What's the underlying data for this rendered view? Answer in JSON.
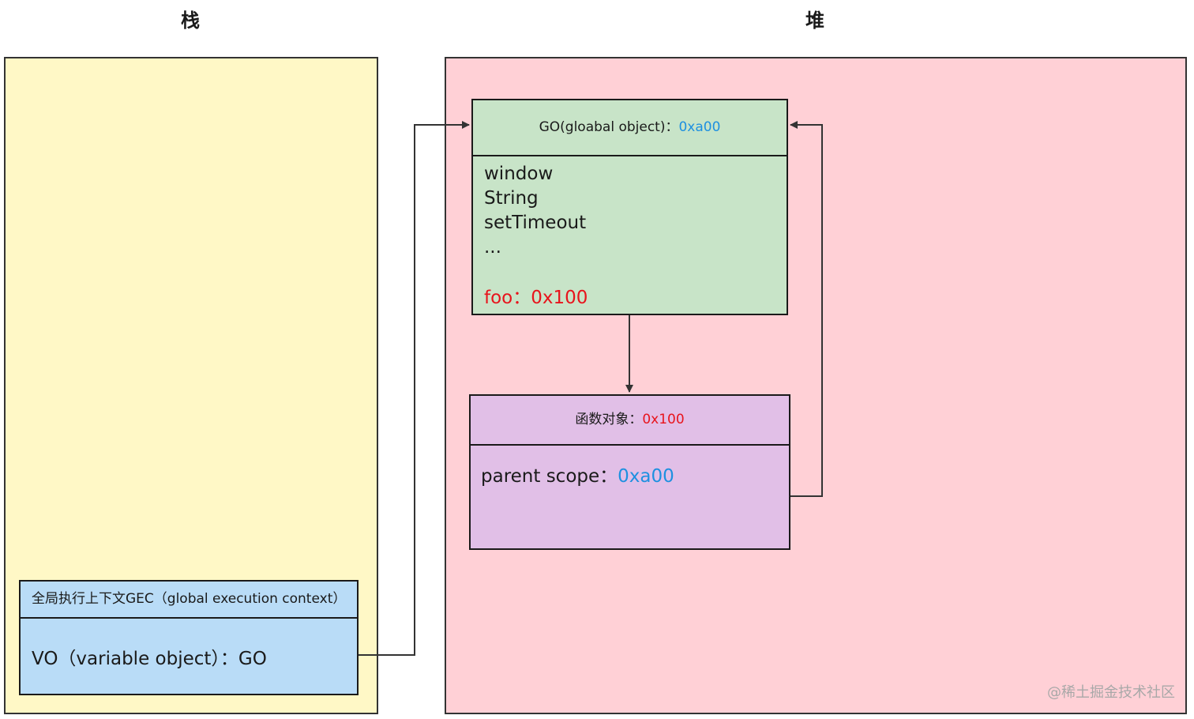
{
  "labels": {
    "stack": "栈",
    "heap": "堆"
  },
  "gec": {
    "header": "全局执行上下文GEC（global execution context）",
    "vo": "VO（variable object）：GO"
  },
  "go": {
    "title": "GO(gloabal object)：",
    "address": "0xa00",
    "items": [
      "window",
      "String",
      "setTimeout",
      "..."
    ],
    "foo_entry": "foo：0x100"
  },
  "function_object": {
    "title": "函数对象：",
    "address": "0x100",
    "parent_scope_label": "parent scope：",
    "parent_scope_address": "0xa00"
  },
  "watermark": "@稀土掘金技术社区",
  "colors": {
    "stack_bg": "#fff8c6",
    "heap_bg": "#ffd0d6",
    "gec_bg": "#b9dcf7",
    "go_bg": "#c8e4c8",
    "function_bg": "#e1bfe7",
    "address_blue": "#1e90e0",
    "address_red": "#e8141c"
  }
}
